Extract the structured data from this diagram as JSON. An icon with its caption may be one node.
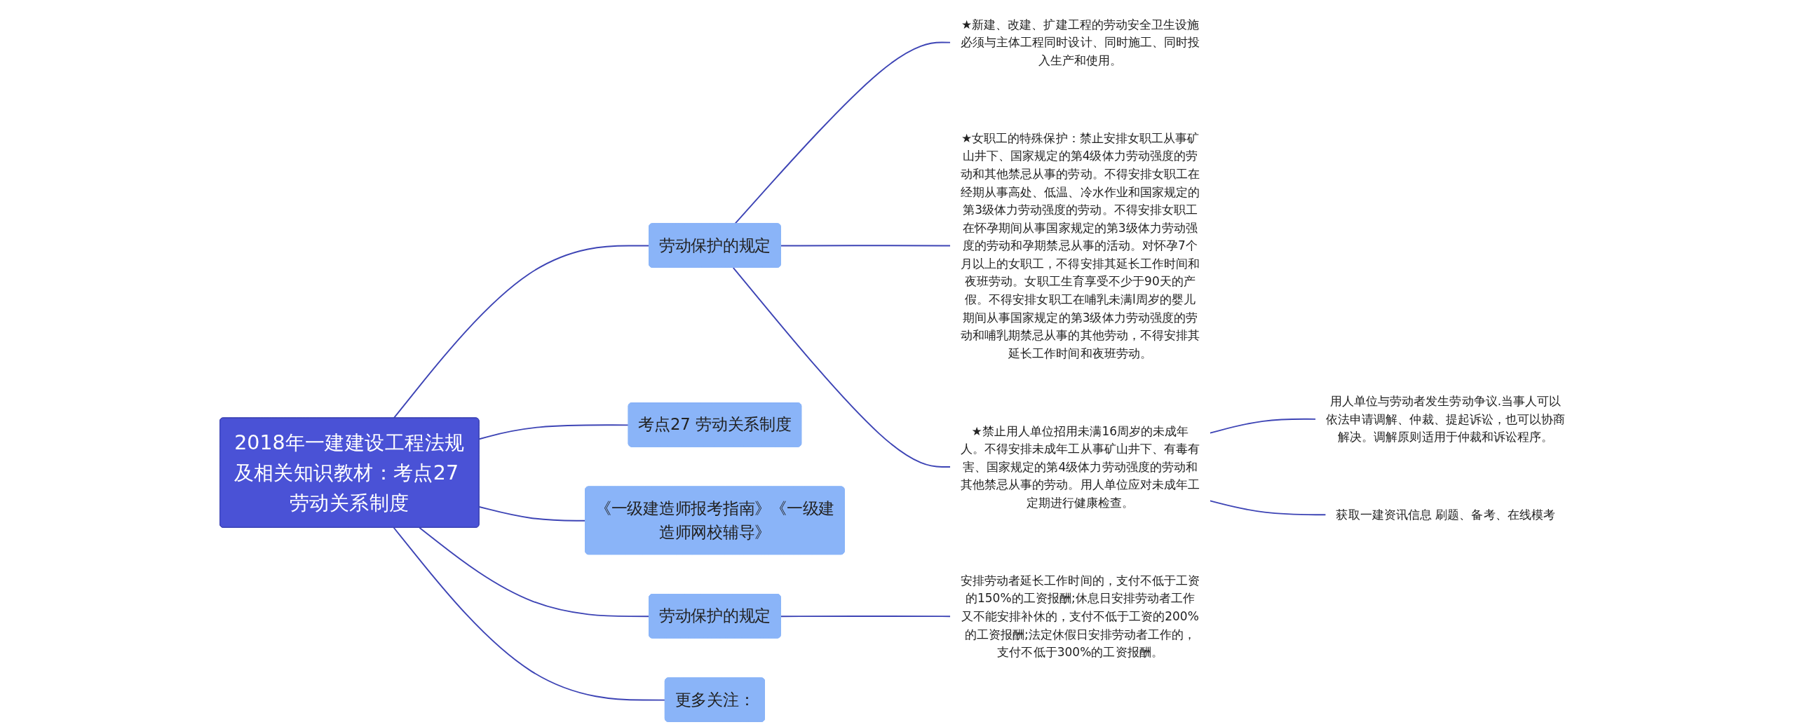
{
  "diagram": {
    "nodes": [
      {
        "text": [
          "2018年一建建设工程法规及相关知识教材：考点27 劳动关系制度"
        ]
      },
      {
        "text": [
          "考点27 劳动关系制度"
        ]
      },
      {
        "text": [
          "劳动保护的规定"
        ]
      },
      {
        "text": [
          "★新建、改建、扩建工程的劳动安全卫生设施必须与主体工程同时设计、同时施工、同时投入生产和使用。"
        ]
      },
      {
        "text": [
          "★女职工的特殊保护：禁止安排女职工从事矿山井下、国家规定的第4级体力劳动强度的劳动和其他禁忌从事的劳动。不得安排女职工在经期从事高处、低温、冷水作业和国家规定的第3级体力劳动强度的劳动。不得安排女职工在怀孕期间从事国家规定的第3级体力劳动强度的劳动和孕期禁忌从事的活动。对怀孕7个月以上的女职工，不得安排其延长工作时间和夜班劳动。女职工生育享受不少于90天的产假。不得安排女职工在哺乳未满l周岁的婴儿期间从事国家规定的第3级体力劳动强度的劳动和哺乳期禁忌从事的其他劳动，不得安排其延长工作时间和夜班劳动。"
        ]
      },
      {
        "text": [
          "★禁止用人单位招用未满16周岁的未成年人。不得安排未成年工从事矿山井下、有毒有害、国家规定的第4级体力劳动强度的劳动和其他禁忌从事的劳动。用人单位应对未成年工定期进行健康检查。"
        ]
      },
      {
        "text": [
          "用人单位与劳动者发生劳动争议.当事人可以依法申请调解、仲裁、提起诉讼，也可以协商解决。调解原则适用于仲裁和诉讼程序。"
        ]
      },
      {
        "text": [
          "获取一建资讯信息 刷题、备考、在线模考"
        ]
      },
      {
        "text": [
          "《一级建造师报考指南》《一级建造师网校辅导》"
        ]
      },
      {
        "text": [
          "劳动保护的规定"
        ]
      },
      {
        "text": [
          "安排劳动者延长工作时间的，支付不低于工资的150%的工资报酬;休息日安排劳动者工作又不能安排补休的，支付不低于工资的200%的工资报酬;法定休假日安排劳动者工作的，支付不低于300%的工资报酬。"
        ]
      },
      {
        "text": [
          "更多关注："
        ]
      }
    ],
    "edges": [
      {
        "from": 0,
        "to": 1,
        "arrow": "none"
      },
      {
        "from": 0,
        "to": 2,
        "arrow": "none"
      },
      {
        "from": 2,
        "to": 3,
        "arrow": "none"
      },
      {
        "from": 2,
        "to": 4,
        "arrow": "none"
      },
      {
        "from": 2,
        "to": 5,
        "arrow": "none"
      },
      {
        "from": 5,
        "to": 6,
        "arrow": "none"
      },
      {
        "from": 5,
        "to": 7,
        "arrow": "none"
      },
      {
        "from": 0,
        "to": 8,
        "arrow": "none"
      },
      {
        "from": 0,
        "to": 9,
        "arrow": "none"
      },
      {
        "from": 9,
        "to": 10,
        "arrow": "none"
      },
      {
        "from": 0,
        "to": 11,
        "arrow": "none"
      }
    ]
  }
}
